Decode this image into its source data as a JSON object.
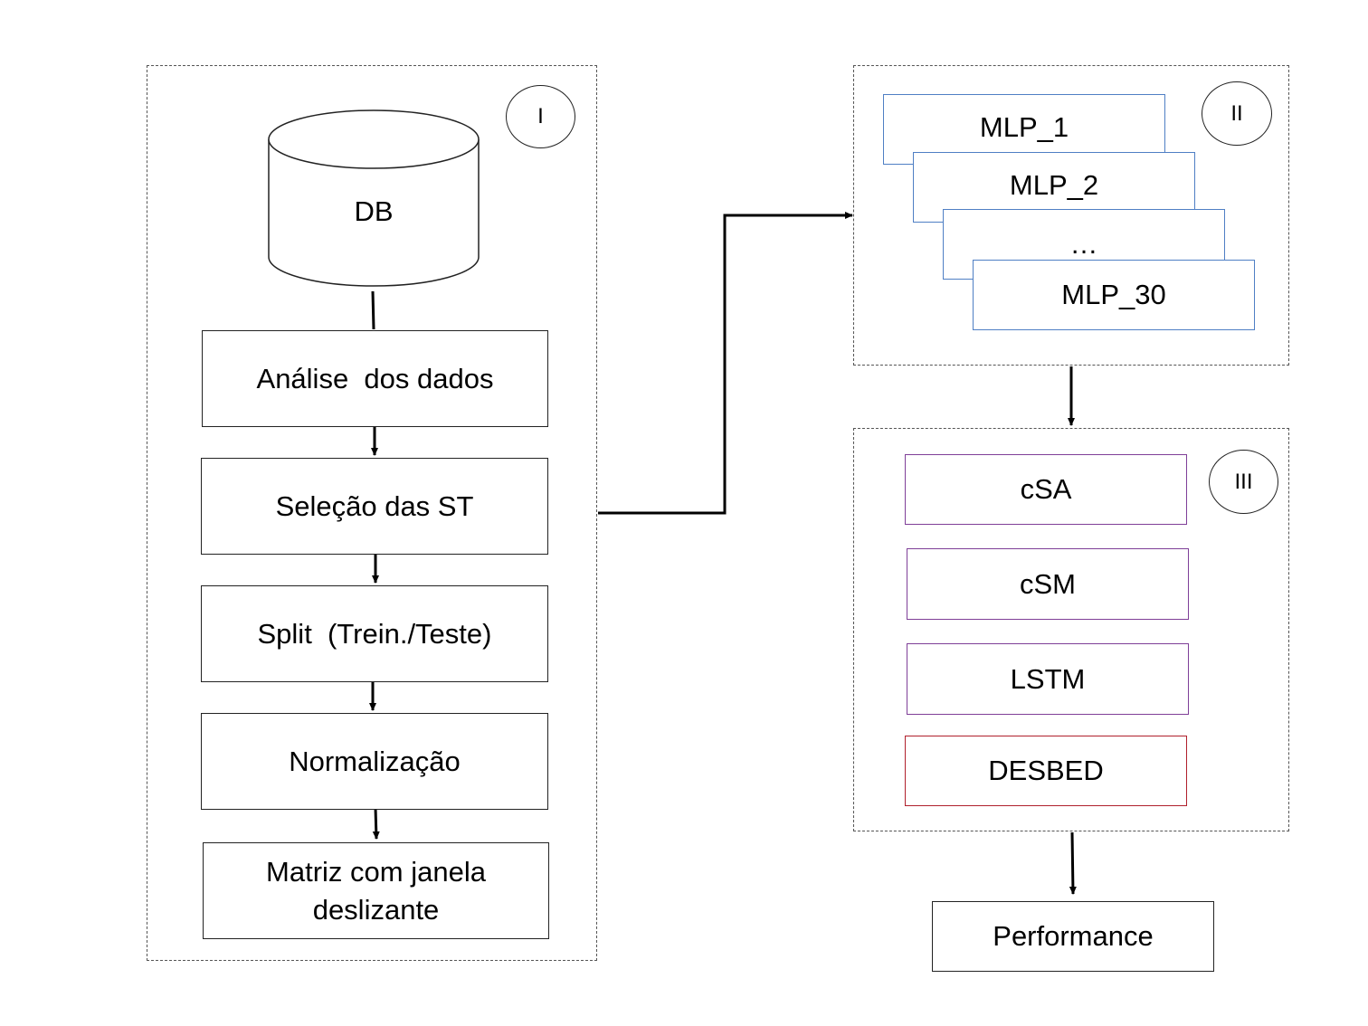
{
  "panels": {
    "p1": {
      "badge": "I"
    },
    "p2": {
      "badge": "II"
    },
    "p3": {
      "badge": "III"
    }
  },
  "db": {
    "label": "DB"
  },
  "steps": [
    "Análise  dos dados",
    "Seleção das ST",
    "Split  (Trein./Teste)",
    "Normalização",
    "Matriz com janela deslizante"
  ],
  "models": [
    "MLP_1",
    "MLP_2",
    "…",
    "MLP_30"
  ],
  "combiners": [
    "cSA",
    "cSM",
    "LSTM",
    "DESBED"
  ],
  "output": {
    "label": "Performance"
  },
  "colors": {
    "mlp_border": "#4f7fc4",
    "combiner_border": "#7f3f98",
    "desbed_border": "#b0202c"
  }
}
